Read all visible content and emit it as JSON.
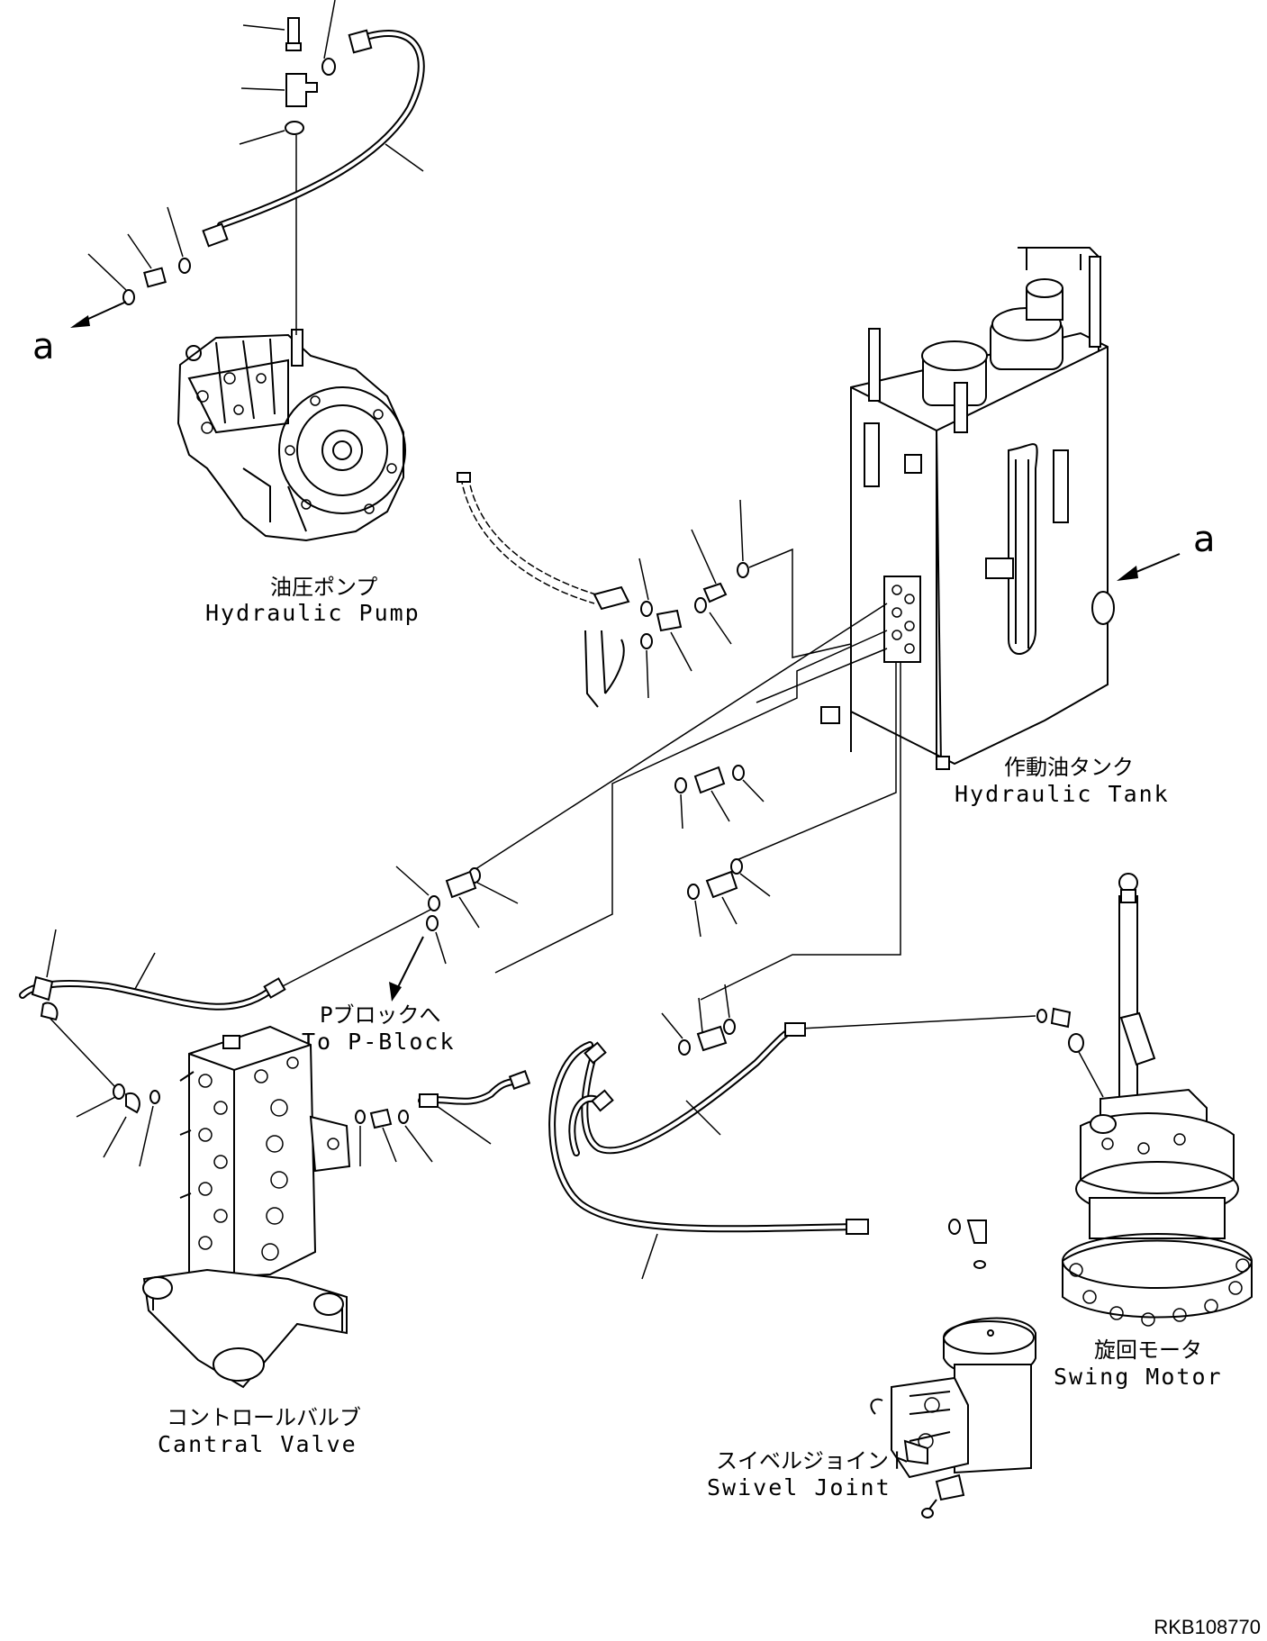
{
  "components": {
    "hydraulic_pump": {
      "label_jp": "油圧ポンプ",
      "label_en": "Hydraulic Pump"
    },
    "hydraulic_tank": {
      "label_jp": "作動油タンク",
      "label_en": "Hydraulic Tank"
    },
    "control_valve": {
      "label_jp": "コントロールバルブ",
      "label_en": "Cantral Valve"
    },
    "swing_motor": {
      "label_jp": "旋回モータ",
      "label_en": "Swing Motor"
    },
    "swivel_joint": {
      "label_jp": "スイベルジョイント",
      "label_en": "Swivel Joint"
    },
    "p_block": {
      "label_jp": "Pブロックへ",
      "label_en": "To P-Block"
    }
  },
  "reference_marks": {
    "left": "a",
    "right": "a"
  },
  "document_id": "RKB108770"
}
